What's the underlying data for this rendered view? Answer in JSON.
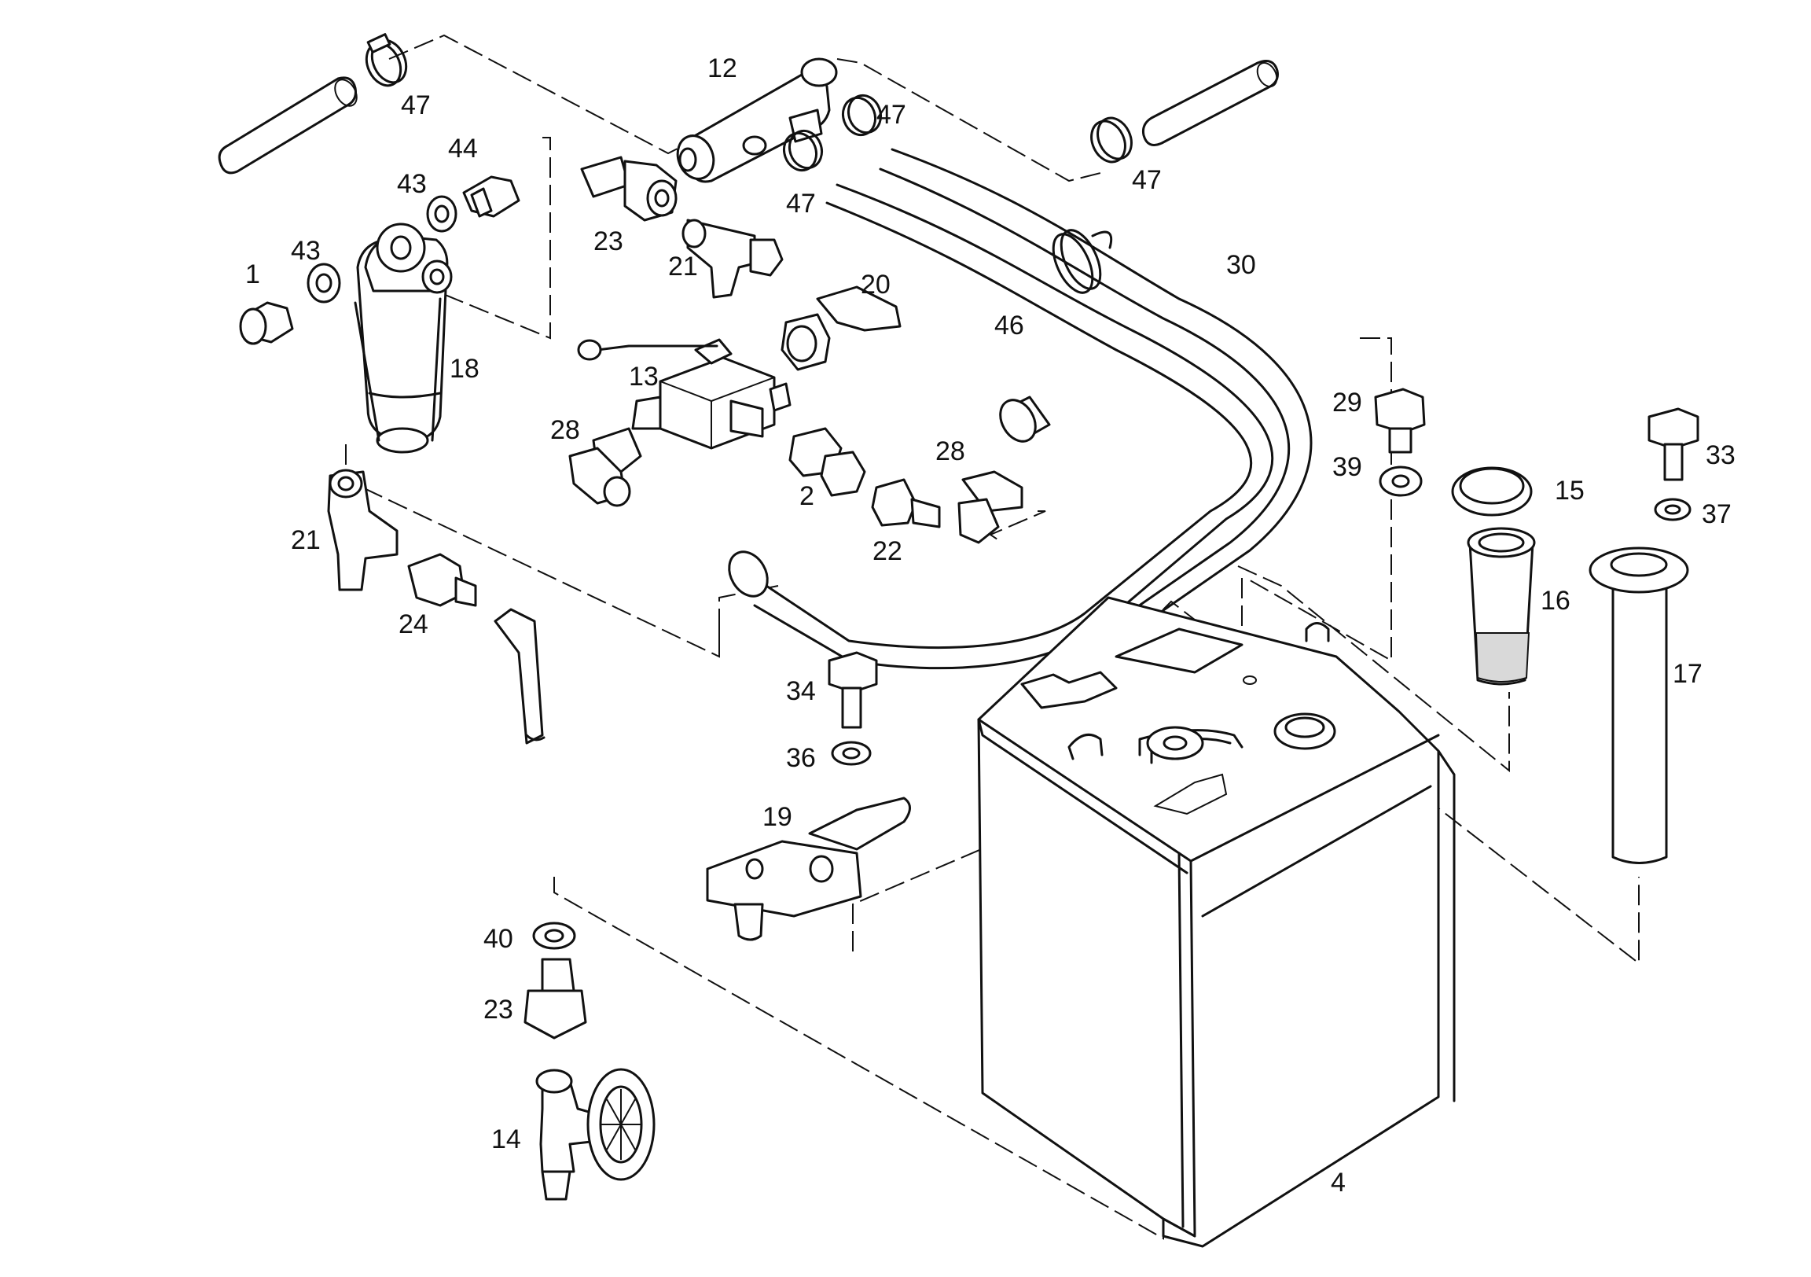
{
  "diagram": {
    "type": "exploded parts diagram",
    "line_color": "#111111",
    "background": "#ffffff"
  },
  "callouts": [
    {
      "id": "c47a",
      "label": "47"
    },
    {
      "id": "c12",
      "label": "12"
    },
    {
      "id": "c47b",
      "label": "47"
    },
    {
      "id": "c47c",
      "label": "47"
    },
    {
      "id": "c47d",
      "label": "47"
    },
    {
      "id": "c44",
      "label": "44"
    },
    {
      "id": "c43a",
      "label": "43"
    },
    {
      "id": "c43b",
      "label": "43"
    },
    {
      "id": "c1",
      "label": "1"
    },
    {
      "id": "c23a",
      "label": "23"
    },
    {
      "id": "c21a",
      "label": "21"
    },
    {
      "id": "c20",
      "label": "20"
    },
    {
      "id": "c30",
      "label": "30"
    },
    {
      "id": "c46",
      "label": "46"
    },
    {
      "id": "c18",
      "label": "18"
    },
    {
      "id": "c13",
      "label": "13"
    },
    {
      "id": "c28a",
      "label": "28"
    },
    {
      "id": "c28b",
      "label": "28"
    },
    {
      "id": "c2",
      "label": "2"
    },
    {
      "id": "c22",
      "label": "22"
    },
    {
      "id": "c29",
      "label": "29"
    },
    {
      "id": "c39",
      "label": "39"
    },
    {
      "id": "c15",
      "label": "15"
    },
    {
      "id": "c33",
      "label": "33"
    },
    {
      "id": "c37",
      "label": "37"
    },
    {
      "id": "c16",
      "label": "16"
    },
    {
      "id": "c17",
      "label": "17"
    },
    {
      "id": "c21b",
      "label": "21"
    },
    {
      "id": "c24",
      "label": "24"
    },
    {
      "id": "c34",
      "label": "34"
    },
    {
      "id": "c36",
      "label": "36"
    },
    {
      "id": "c19",
      "label": "19"
    },
    {
      "id": "c40",
      "label": "40"
    },
    {
      "id": "c23b",
      "label": "23"
    },
    {
      "id": "c14",
      "label": "14"
    },
    {
      "id": "c4",
      "label": "4"
    }
  ]
}
